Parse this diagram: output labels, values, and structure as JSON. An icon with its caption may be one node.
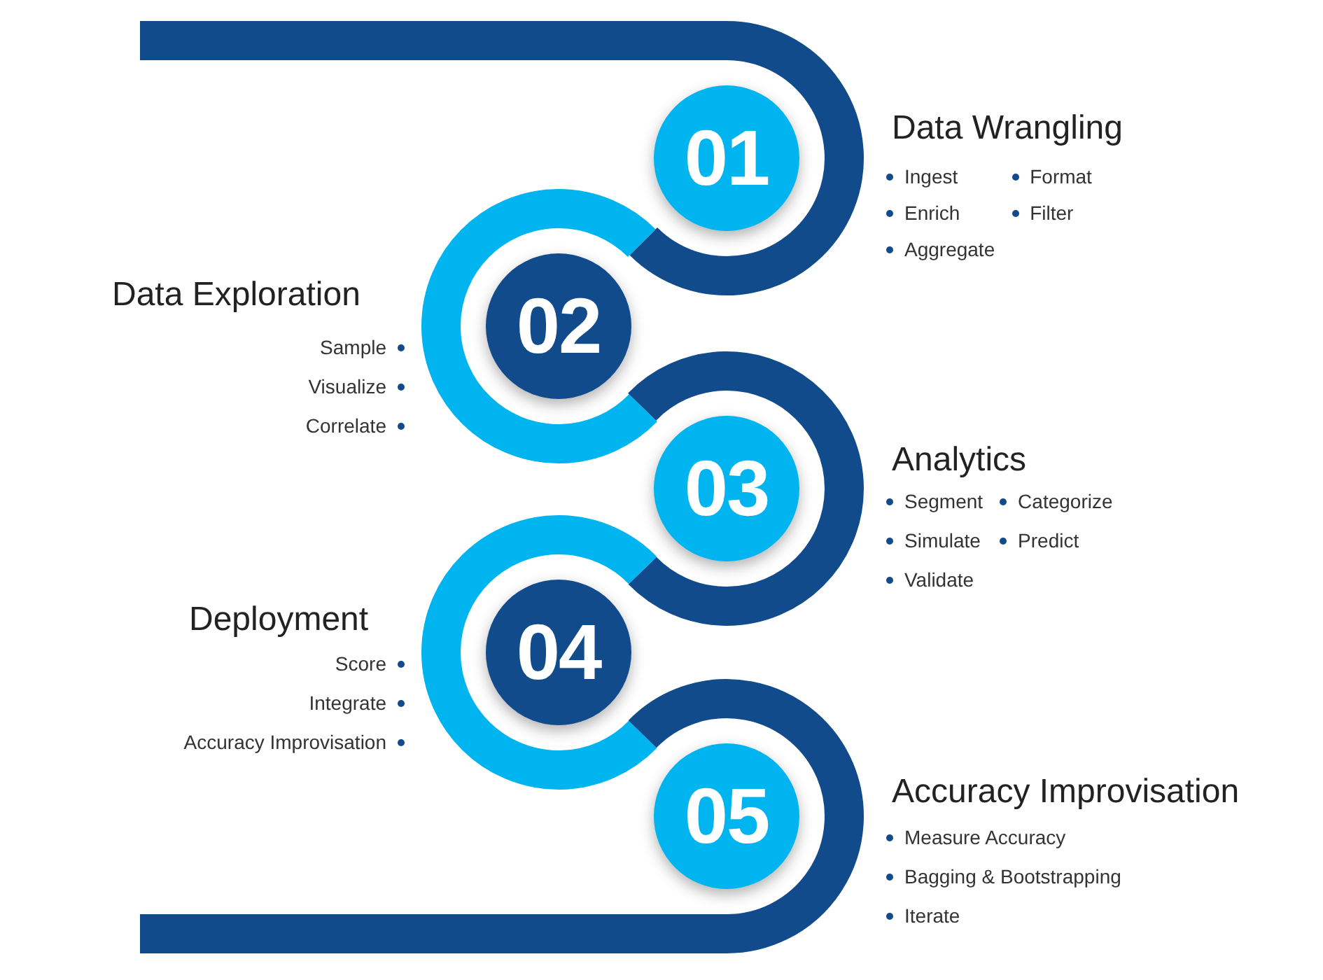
{
  "diagram": {
    "nodes": [
      {
        "text": [
          "01"
        ],
        "beside": [
          "Data Wrangling",
          "Ingest",
          "Format",
          "Enrich",
          "Filter",
          "Aggregate"
        ]
      },
      {
        "text": [
          "02"
        ],
        "beside": [
          "Data Exploration",
          "Sample",
          "Visualize",
          "Correlate"
        ]
      },
      {
        "text": [
          "03"
        ],
        "beside": [
          "Analytics",
          "Segment",
          "Categorize",
          "Simulate",
          "Predict",
          "Validate"
        ]
      },
      {
        "text": [
          "04"
        ],
        "beside": [
          "Deployment",
          "Score",
          "Integrate",
          "Accuracy Improvisation"
        ]
      },
      {
        "text": [
          "05"
        ],
        "beside": [
          "Accuracy Improvisation",
          "Measure Accuracy",
          "Bagging & Bootstrapping",
          "Iterate"
        ]
      }
    ]
  }
}
